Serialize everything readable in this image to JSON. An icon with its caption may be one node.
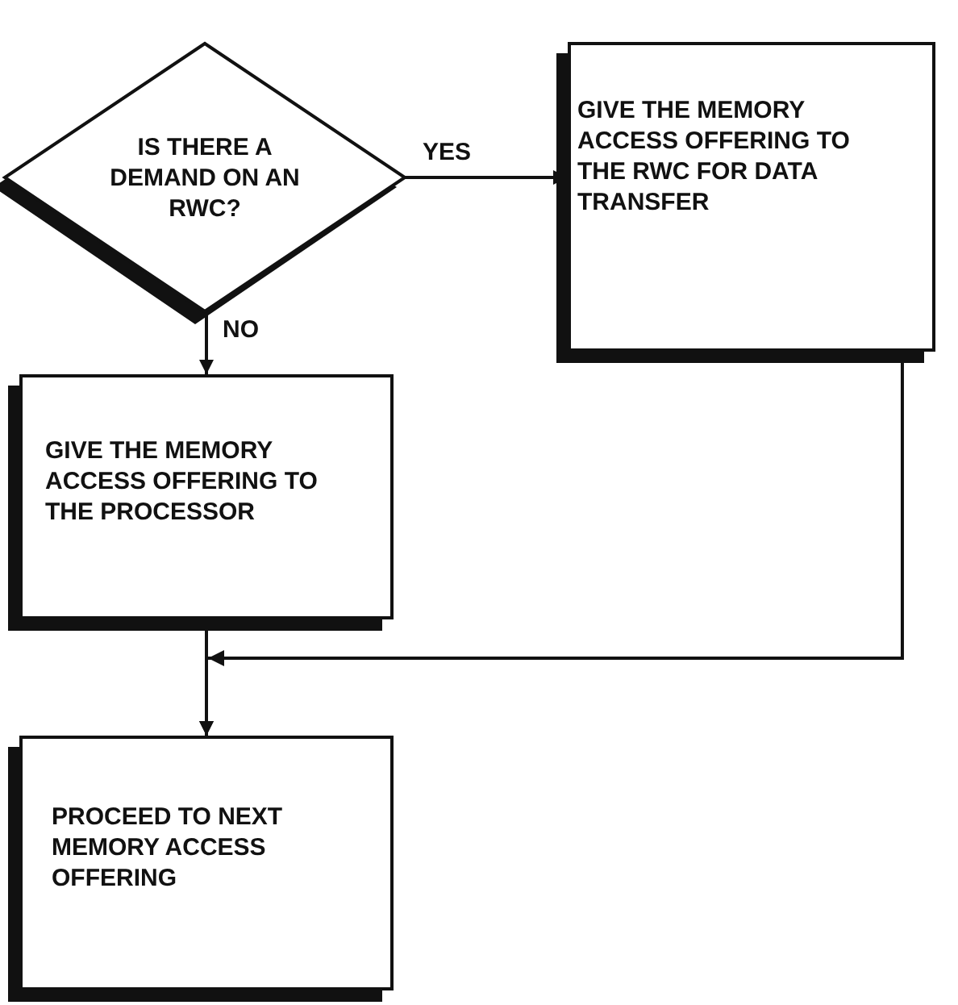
{
  "diagram": {
    "nodes": [
      {
        "text": [
          "IS THERE A DEMAND ON AN RWC?"
        ]
      },
      {
        "text": [
          "GIVE THE MEMORY ACCESS OFFERING TO THE RWC FOR DATA TRANSFER"
        ]
      },
      {
        "text": [
          "GIVE THE MEMORY ACCESS OFFERING TO THE PROCESSOR"
        ]
      },
      {
        "text": [
          "PROCEED TO NEXT MEMORY ACCESS OFFERING"
        ]
      }
    ],
    "edges": [
      {
        "from": 0,
        "to": 1,
        "arrow": "to",
        "label": "YES"
      },
      {
        "from": 0,
        "to": 2,
        "arrow": "to",
        "label": "NO"
      },
      {
        "from": 2,
        "to": 3,
        "arrow": "to"
      },
      {
        "from": 1,
        "to": 3,
        "arrow": "to"
      }
    ]
  }
}
